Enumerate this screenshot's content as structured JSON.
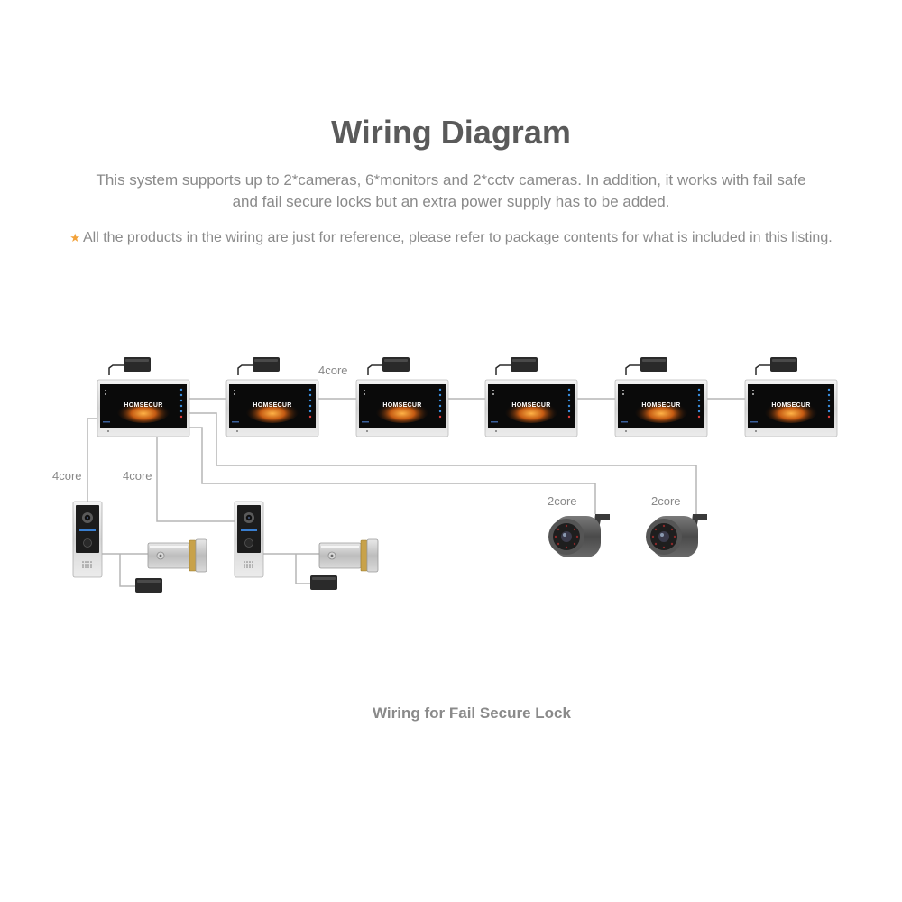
{
  "title": "Wiring Diagram",
  "description": "This system supports up to 2*cameras, 6*monitors and 2*cctv cameras. In addition, it works with fail safe and fail secure locks but an extra power supply has to be added.",
  "note": "All the products in the wiring are just for reference, please refer to package contents for what is included in this listing.",
  "caption": "Wiring for Fail Secure Lock",
  "monitor_brand": "HOMSECUR",
  "wire_labels": {
    "monitor_link": "4core",
    "doorbell_1": "4core",
    "doorbell_2": "4core",
    "camera_1": "2core",
    "camera_2": "2core"
  },
  "colors": {
    "title": "#5a5a5a",
    "text": "#8a8a8a",
    "wire": "#b5b5b5",
    "star": "#f2a23a"
  }
}
